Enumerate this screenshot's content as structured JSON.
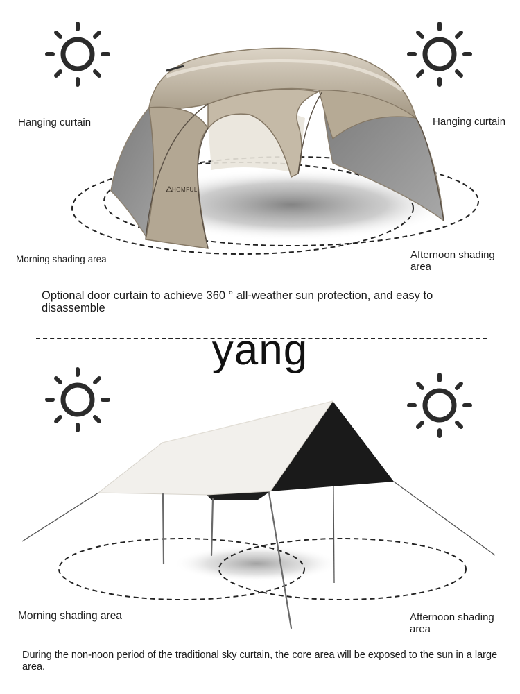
{
  "top_panel": {
    "label_left": "Hanging curtain",
    "label_right": "Hanging curtain",
    "shade_left": "Morning shading area",
    "shade_right": "Afternoon shading area",
    "tent_brand": "HOMFUL",
    "caption": "Optional door curtain to achieve 360 ° all-weather sun protection, and easy to disassemble"
  },
  "watermark": "yang",
  "bottom_panel": {
    "shade_left": "Morning shading area",
    "shade_right": "Afternoon shading area",
    "caption": "During the non-noon period of the traditional sky curtain, the core area will be exposed to the sun in a large area."
  },
  "icons": [
    "sun-icon",
    "sun-icon",
    "sun-icon",
    "sun-icon"
  ],
  "colors": {
    "tent_khaki": "#b9ad9c",
    "tarp_white": "#f2f0ec",
    "tarp_black": "#1a1a1a",
    "sun_dark": "#2b2b2b"
  }
}
